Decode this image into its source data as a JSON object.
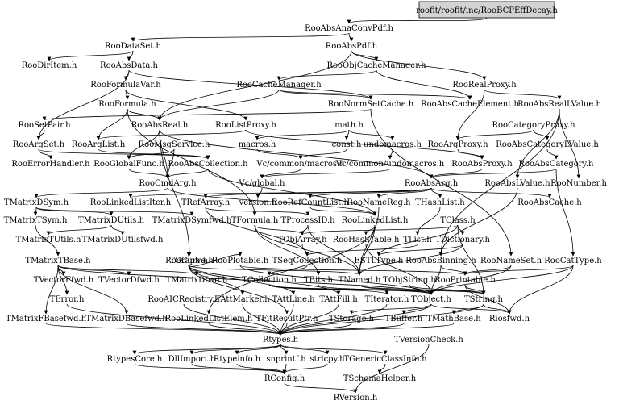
{
  "root": "roofit/roofit/inc/RooBCPEffDecay.h",
  "nodes": [
    "RooAbsAnaConvPdf.h",
    "RooDataSet.h",
    "RooAbsPdf.h",
    "RooDirItem.h",
    "RooAbsData.h",
    "RooObjCacheManager.h",
    "RooFormulaVar.h",
    "RooCacheManager.h",
    "RooRealProxy.h",
    "RooFormula.h",
    "RooNormSetCache.h",
    "RooAbsCacheElement.h",
    "RooAbsRealLValue.h",
    "RooSetPair.h",
    "RooAbsReal.h",
    "RooListProxy.h",
    "math.h",
    "RooCategoryProxy.h",
    "RooArgSet.h",
    "RooArgList.h",
    "RooMsgService.h",
    "macros.h",
    "undomacros.h",
    "RooArgProxy.h",
    "RooAbsCategoryLValue.h",
    "const.h",
    "RooErrorHandler.h",
    "RooGlobalFunc.h",
    "RooAbsCollection.h",
    "Vc/common/macros.h",
    "Vc/common/undomacros.h",
    "RooAbsProxy.h",
    "RooAbsCategory.h",
    "RooCmdArg.h",
    "Vc/global.h",
    "RooAbsArg.h",
    "RooAbsLValue.h",
    "RooNumber.h",
    "TMatrixDSym.h",
    "RooLinkedListIter.h",
    "TRefArray.h",
    "version.h",
    "RooRefCountList.h",
    "RooNameReg.h",
    "THashList.h",
    "RooAbsCache.h",
    "TMatrixTSym.h",
    "TMatrixDUtils.h",
    "TMatrixDSymfwd.h",
    "TFormula.h",
    "TProcessID.h",
    "RooLinkedList.h",
    "TClass.h",
    "TMatrixTUtils.h",
    "TMatrixDUtilsfwd.h",
    "TObjArray.h",
    "RooHashTable.h",
    "TList.h",
    "TDictionary.h",
    "RooCurve.h",
    "TMatrixTBase.h",
    "TGraph.h",
    "RooPlotable.h",
    "TSeqCollection.h",
    "ESTLType.h",
    "RooAbsBinning.h",
    "RooNameSet.h",
    "RooCatType.h",
    "TVectorFfwd.h",
    "TVectorDfwd.h",
    "TMatrixDfwd.h",
    "TCollection.h",
    "TBits.h",
    "TNamed.h",
    "TObjString.h",
    "RooPrintable.h",
    "TError.h",
    "RooAICRegistry.h",
    "TAttMarker.h",
    "TAttLine.h",
    "TAttFill.h",
    "TIterator.h",
    "TObject.h",
    "TString.h",
    "TMatrixFBasefwd.h",
    "TMatrixDBasefwd.h",
    "RooLinkedListElem.h",
    "TFitResultPtr.h",
    "TStorage.h",
    "TBuffer.h",
    "TMathBase.h",
    "Riosfwd.h",
    "Rtypes.h",
    "TVersionCheck.h",
    "RtypesCore.h",
    "DllImport.h",
    "Rtypeinfo.h",
    "snprintf.h",
    "strlcpy.h",
    "TGenericClassInfo.h",
    "RConfig.h",
    "TSchemaHelper.h",
    "RVersion.h"
  ]
}
